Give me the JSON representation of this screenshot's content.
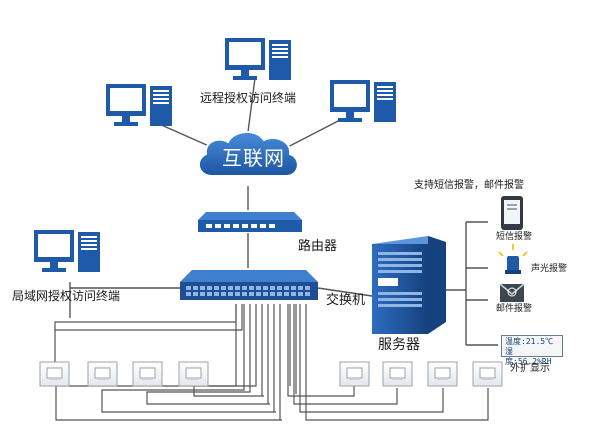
{
  "labels": {
    "remote_terminal": "远程授权访问终端",
    "internet": "互联网",
    "router": "路由器",
    "lan_terminal": "局域网授权访问终端",
    "switch": "交换机",
    "server": "服务器",
    "alarm_support": "支持短信报警，邮件报警",
    "sms_alarm": "短信报警",
    "sound_light_alarm": "声光报警",
    "email_alarm": "邮件报警",
    "external_display": "外扩显示"
  },
  "display": {
    "temperature": "温度:21.5℃",
    "humidity": "湿度:56.2%RH"
  },
  "colors": {
    "device_blue": "#1e5aa8",
    "cloud_blue": "#2566b4",
    "switch_blue": "#1f4f92",
    "line": "#555555"
  },
  "icons": {
    "computer": "computer-icon",
    "cloud": "cloud-icon",
    "router": "router-icon",
    "switch": "switch-icon",
    "server": "server-icon",
    "phone": "mobile-phone-icon",
    "siren": "siren-icon",
    "mail": "email-icon",
    "sensor": "sensor-icon"
  }
}
